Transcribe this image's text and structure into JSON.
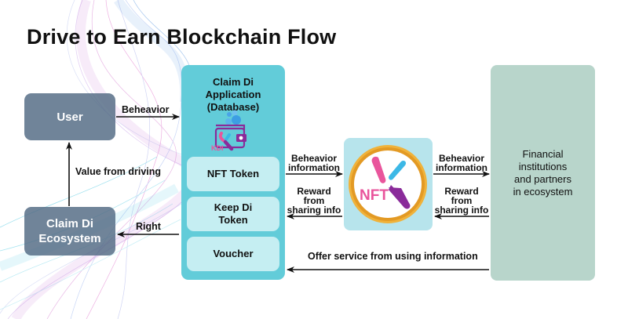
{
  "title": "Drive to Earn Blockchain Flow",
  "nodes": {
    "user": "User",
    "ecosystem_line1": "Claim Di",
    "ecosystem_line2": "Ecosystem",
    "app_title_line1": "Claim Di",
    "app_title_line2": "Application",
    "app_title_line3": "(Database)",
    "app_logo_text": "KDI",
    "nft_token": "NFT Token",
    "keep_token_line1": "Keep Di",
    "keep_token_line2": "Token",
    "voucher": "Voucher",
    "nft_logo_text": "NFT",
    "financial_line1": "Financial",
    "financial_line2": "institutions",
    "financial_line3": "and partners",
    "financial_line4": "in ecosystem"
  },
  "edges": {
    "user_to_app": "Beheavior",
    "eco_to_user": "Value from driving",
    "app_to_eco": "Right",
    "app_to_nft_l1": "Beheavior",
    "app_to_nft_l2": "information",
    "nft_to_app_l1": "Reward",
    "nft_to_app_l2": "from",
    "nft_to_app_l3": "sharing info",
    "nft_to_fin_l1": "Beheavior",
    "nft_to_fin_l2": "information",
    "fin_to_nft_l1": "Reward",
    "fin_to_nft_l2": "from",
    "fin_to_nft_l3": "sharing info",
    "fin_to_app": "Offer service from using information"
  },
  "colors": {
    "app_box": "#62ccd9",
    "app_sub_box": "#c5eef2",
    "dark_box": "#50698a",
    "nft_box": "#b7e4ec",
    "financial_box": "#b8d5cb",
    "nft_ring": "#f0b23a",
    "logo_pink": "#e9559c",
    "logo_blue": "#3cb8e6",
    "logo_purple": "#8a2b9a"
  }
}
